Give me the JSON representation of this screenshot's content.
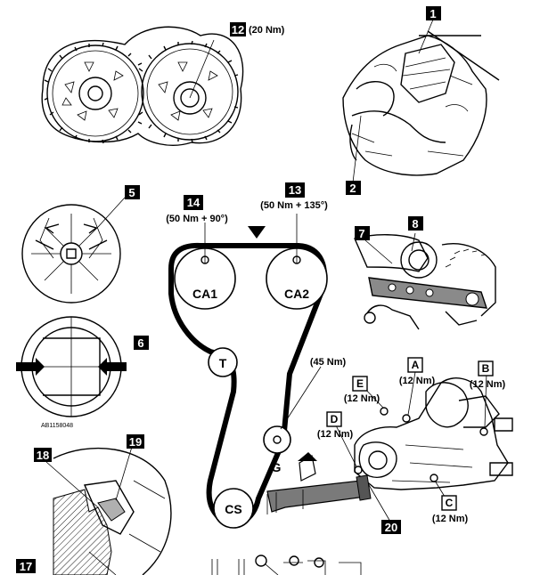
{
  "callouts": {
    "n1": "1",
    "n2": "2",
    "n5": "5",
    "n6": "6",
    "n7": "7",
    "n8": "8",
    "n12": "12",
    "n13": "13",
    "n14": "14",
    "n17": "17",
    "n18": "18",
    "n19": "19",
    "n20": "20"
  },
  "torques": {
    "t12": "(20 Nm)",
    "t14": "(50 Nm + 90°)",
    "t13": "(50 Nm + 135°)",
    "t45": "(45 Nm)",
    "tE": "(12 Nm)",
    "tA": "(12 Nm)",
    "tB": "(12 Nm)",
    "tD": "(12 Nm)",
    "tC": "(12 Nm)"
  },
  "letters": {
    "A": "A",
    "B": "B",
    "C": "C",
    "D": "D",
    "E": "E"
  },
  "pulleys": {
    "ca1": "CA1",
    "ca2": "CA2",
    "t": "T",
    "g": "G",
    "cs": "CS"
  },
  "ref_code": "AB1158048",
  "colors": {
    "ink": "#000000",
    "paper": "#ffffff",
    "belt_fill": "#8a8a8a",
    "tool_fill": "#7a7a7a"
  },
  "icons": [
    "arrow-down-triangle-icon",
    "rotation-arrow-icon",
    "bolt-icon",
    "sprocket-icon"
  ]
}
